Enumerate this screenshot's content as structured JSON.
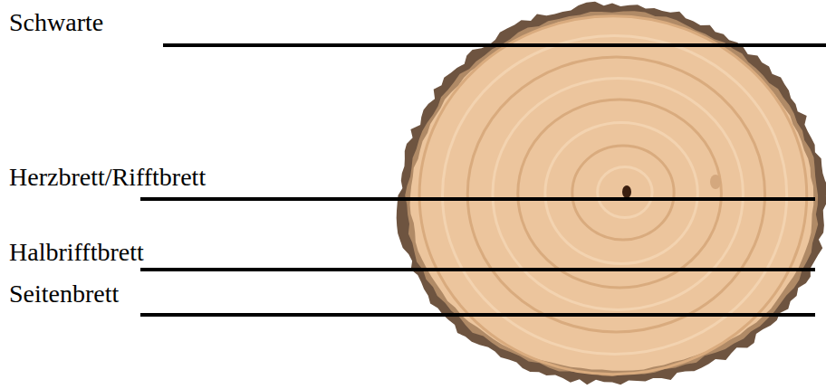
{
  "diagram": {
    "labels": [
      "Schwarte",
      "Herzbrett/Rifftbrett",
      "Halbrifftbrett",
      "Seitenbrett"
    ]
  }
}
